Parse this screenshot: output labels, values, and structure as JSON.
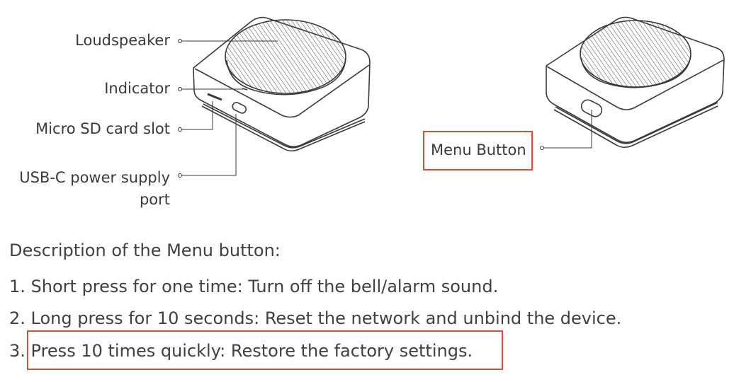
{
  "labels": {
    "loudspeaker": "Loudspeaker",
    "indicator": "Indicator",
    "micro_sd": "Micro SD card slot",
    "usb_c_line1": "USB-C power supply",
    "usb_c_line2": "port",
    "menu_button": "Menu Button"
  },
  "description": {
    "heading": "Description of the Menu button:",
    "steps": [
      "1. Short press for one time: Turn off the bell/alarm sound.",
      "2. Long press for 10 seconds: Reset the network and unbind the device.",
      "3. Press 10 times quickly: Restore the factory settings."
    ]
  },
  "colors": {
    "highlight": "#d94e32",
    "line": "#3a3a3a",
    "text": "#3a3a3a"
  }
}
